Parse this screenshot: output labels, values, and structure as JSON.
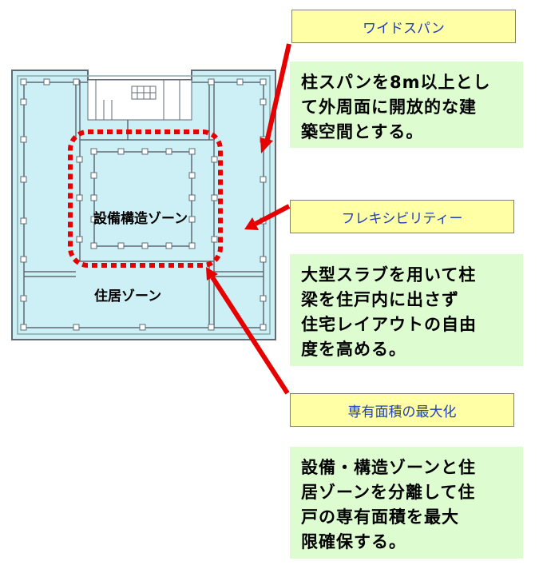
{
  "zones": {
    "core_label": "設備構造ゾーン",
    "residential_label": "住居ゾーン"
  },
  "callouts": [
    {
      "title": "ワイドスパン",
      "text": "柱スパンを8m以上とし\nて外周面に開放的な建\n築空間とする。"
    },
    {
      "title": "フレキシビリティー",
      "text": "大型スラブを用いて柱\n梁を住戸内に出さず\n住宅レイアウトの自由\n度を高める。"
    },
    {
      "title": "専有面積の最大化",
      "text": "設備・構造ゾーンと住\n居ゾーンを分離して住\n戸の専有面積を最大\n限確保する。"
    }
  ],
  "colors": {
    "floor_fill": "#cdf0f6",
    "wall_line": "#606b75",
    "dotted_border": "#e60000",
    "arrow": "#e60000",
    "label_bg": "#ffffa6",
    "label_text": "#1f3fbf",
    "desc_bg": "#ddfcd0"
  }
}
